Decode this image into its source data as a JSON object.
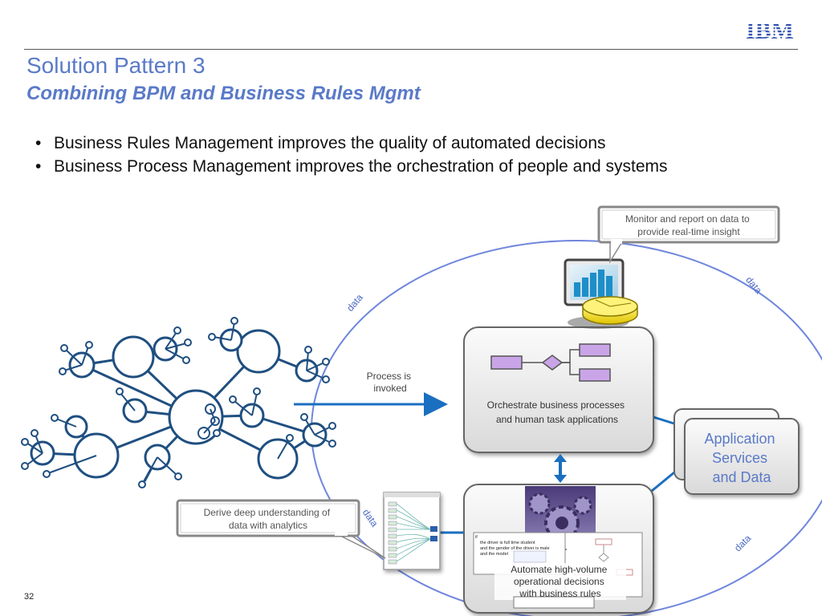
{
  "header": {
    "title": "Solution Pattern 3",
    "subtitle": "Combining BPM and Business Rules Mgmt",
    "logo_text": "IBM"
  },
  "bullets": [
    "Business Rules Management improves the quality of automated decisions",
    "Business Process Management improves the orchestration of people and systems"
  ],
  "diagram": {
    "callout_monitor": [
      "Monitor and report on data to",
      "provide real-time insight"
    ],
    "callout_analytics": [
      "Derive deep understanding of",
      "data with analytics"
    ],
    "process_invoked": [
      "Process is",
      "invoked"
    ],
    "bpm_box": [
      "Orchestrate business processes",
      "and human task applications"
    ],
    "rules_box": [
      "Automate high-volume",
      "operational decisions",
      "with business rules"
    ],
    "app_services": [
      "Application",
      "Services",
      "and Data"
    ],
    "data_label": "data",
    "code_lines": [
      "if",
      "the driver is full time student",
      "and the gender of the driver is male",
      "and the model"
    ],
    "colors": {
      "accent_blue": "#5a7ac8",
      "connector_blue": "#1a6fc0",
      "node_stroke": "#1f4f80",
      "task_purple": "#c9a5e8",
      "database_yellow": "#f2e03a"
    }
  },
  "footer": {
    "page_number": "32"
  }
}
